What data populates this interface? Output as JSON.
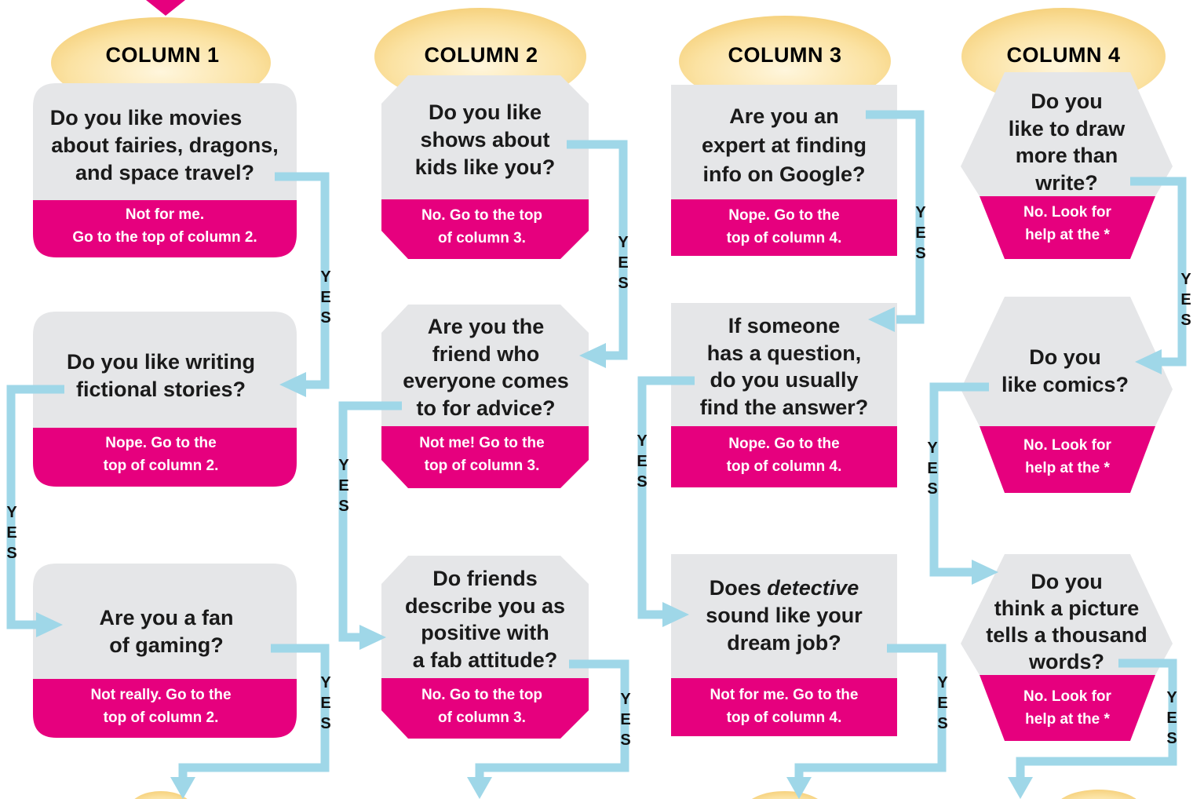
{
  "colors": {
    "answer_band": "#E6007E",
    "question_box": "#E5E6E8",
    "arrow": "#9FD7E8",
    "start_arrow": "#E6007E",
    "cloud": "#FBE4A8"
  },
  "columns": [
    {
      "title": "COLUMN 1",
      "cards": [
        {
          "question": [
            "Do you like movies",
            "about fairies, dragons,",
            "and space travel?"
          ],
          "answer": [
            "Not for me.",
            "Go to the top of column 2."
          ]
        },
        {
          "question": [
            "Do you like writing",
            "fictional stories?"
          ],
          "answer": [
            "Nope. Go to the",
            "top of column 2."
          ]
        },
        {
          "question": [
            "Are you a fan",
            "of gaming?"
          ],
          "answer": [
            "Not really. Go to the",
            "top of column 2."
          ]
        }
      ]
    },
    {
      "title": "COLUMN 2",
      "cards": [
        {
          "question": [
            "Do you like",
            "shows about",
            "kids like you?"
          ],
          "answer": [
            "No. Go to the top",
            "of column 3."
          ]
        },
        {
          "question": [
            "Are you the",
            "friend who",
            "everyone comes",
            "to for advice?"
          ],
          "answer": [
            "Not me! Go to the",
            "top of column 3."
          ]
        },
        {
          "question": [
            "Do friends",
            "describe you as",
            "positive with",
            "a fab attitude?"
          ],
          "answer": [
            "No. Go to the top",
            "of column 3."
          ]
        }
      ]
    },
    {
      "title": "COLUMN 3",
      "cards": [
        {
          "question": [
            "Are you an",
            "expert at finding",
            "info on Google?"
          ],
          "answer": [
            "Nope. Go to the",
            "top of column 4."
          ]
        },
        {
          "question": [
            "If someone",
            "has a question,",
            "do you usually",
            "find the answer?"
          ],
          "answer": [
            "Nope. Go to the",
            "top of column 4."
          ]
        },
        {
          "question_prefix": "Does ",
          "question_em": "detective",
          "question_rest": [
            "sound like your",
            "dream job?"
          ],
          "answer": [
            "Not for me. Go to the",
            "top of column 4."
          ]
        }
      ]
    },
    {
      "title": "COLUMN 4",
      "cards": [
        {
          "question": [
            "Do you",
            "like to draw",
            "more than",
            "write?"
          ],
          "answer": [
            "No. Look for",
            "help at the *"
          ]
        },
        {
          "question": [
            "Do you",
            "like comics?"
          ],
          "answer": [
            "No. Look for",
            "help at the *"
          ]
        },
        {
          "question": [
            "Do you",
            "think a picture",
            "tells a thousand",
            "words?"
          ],
          "answer": [
            "No. Look for",
            "help at the *"
          ]
        }
      ]
    }
  ],
  "yes_letters": [
    "Y",
    "E",
    "S"
  ]
}
